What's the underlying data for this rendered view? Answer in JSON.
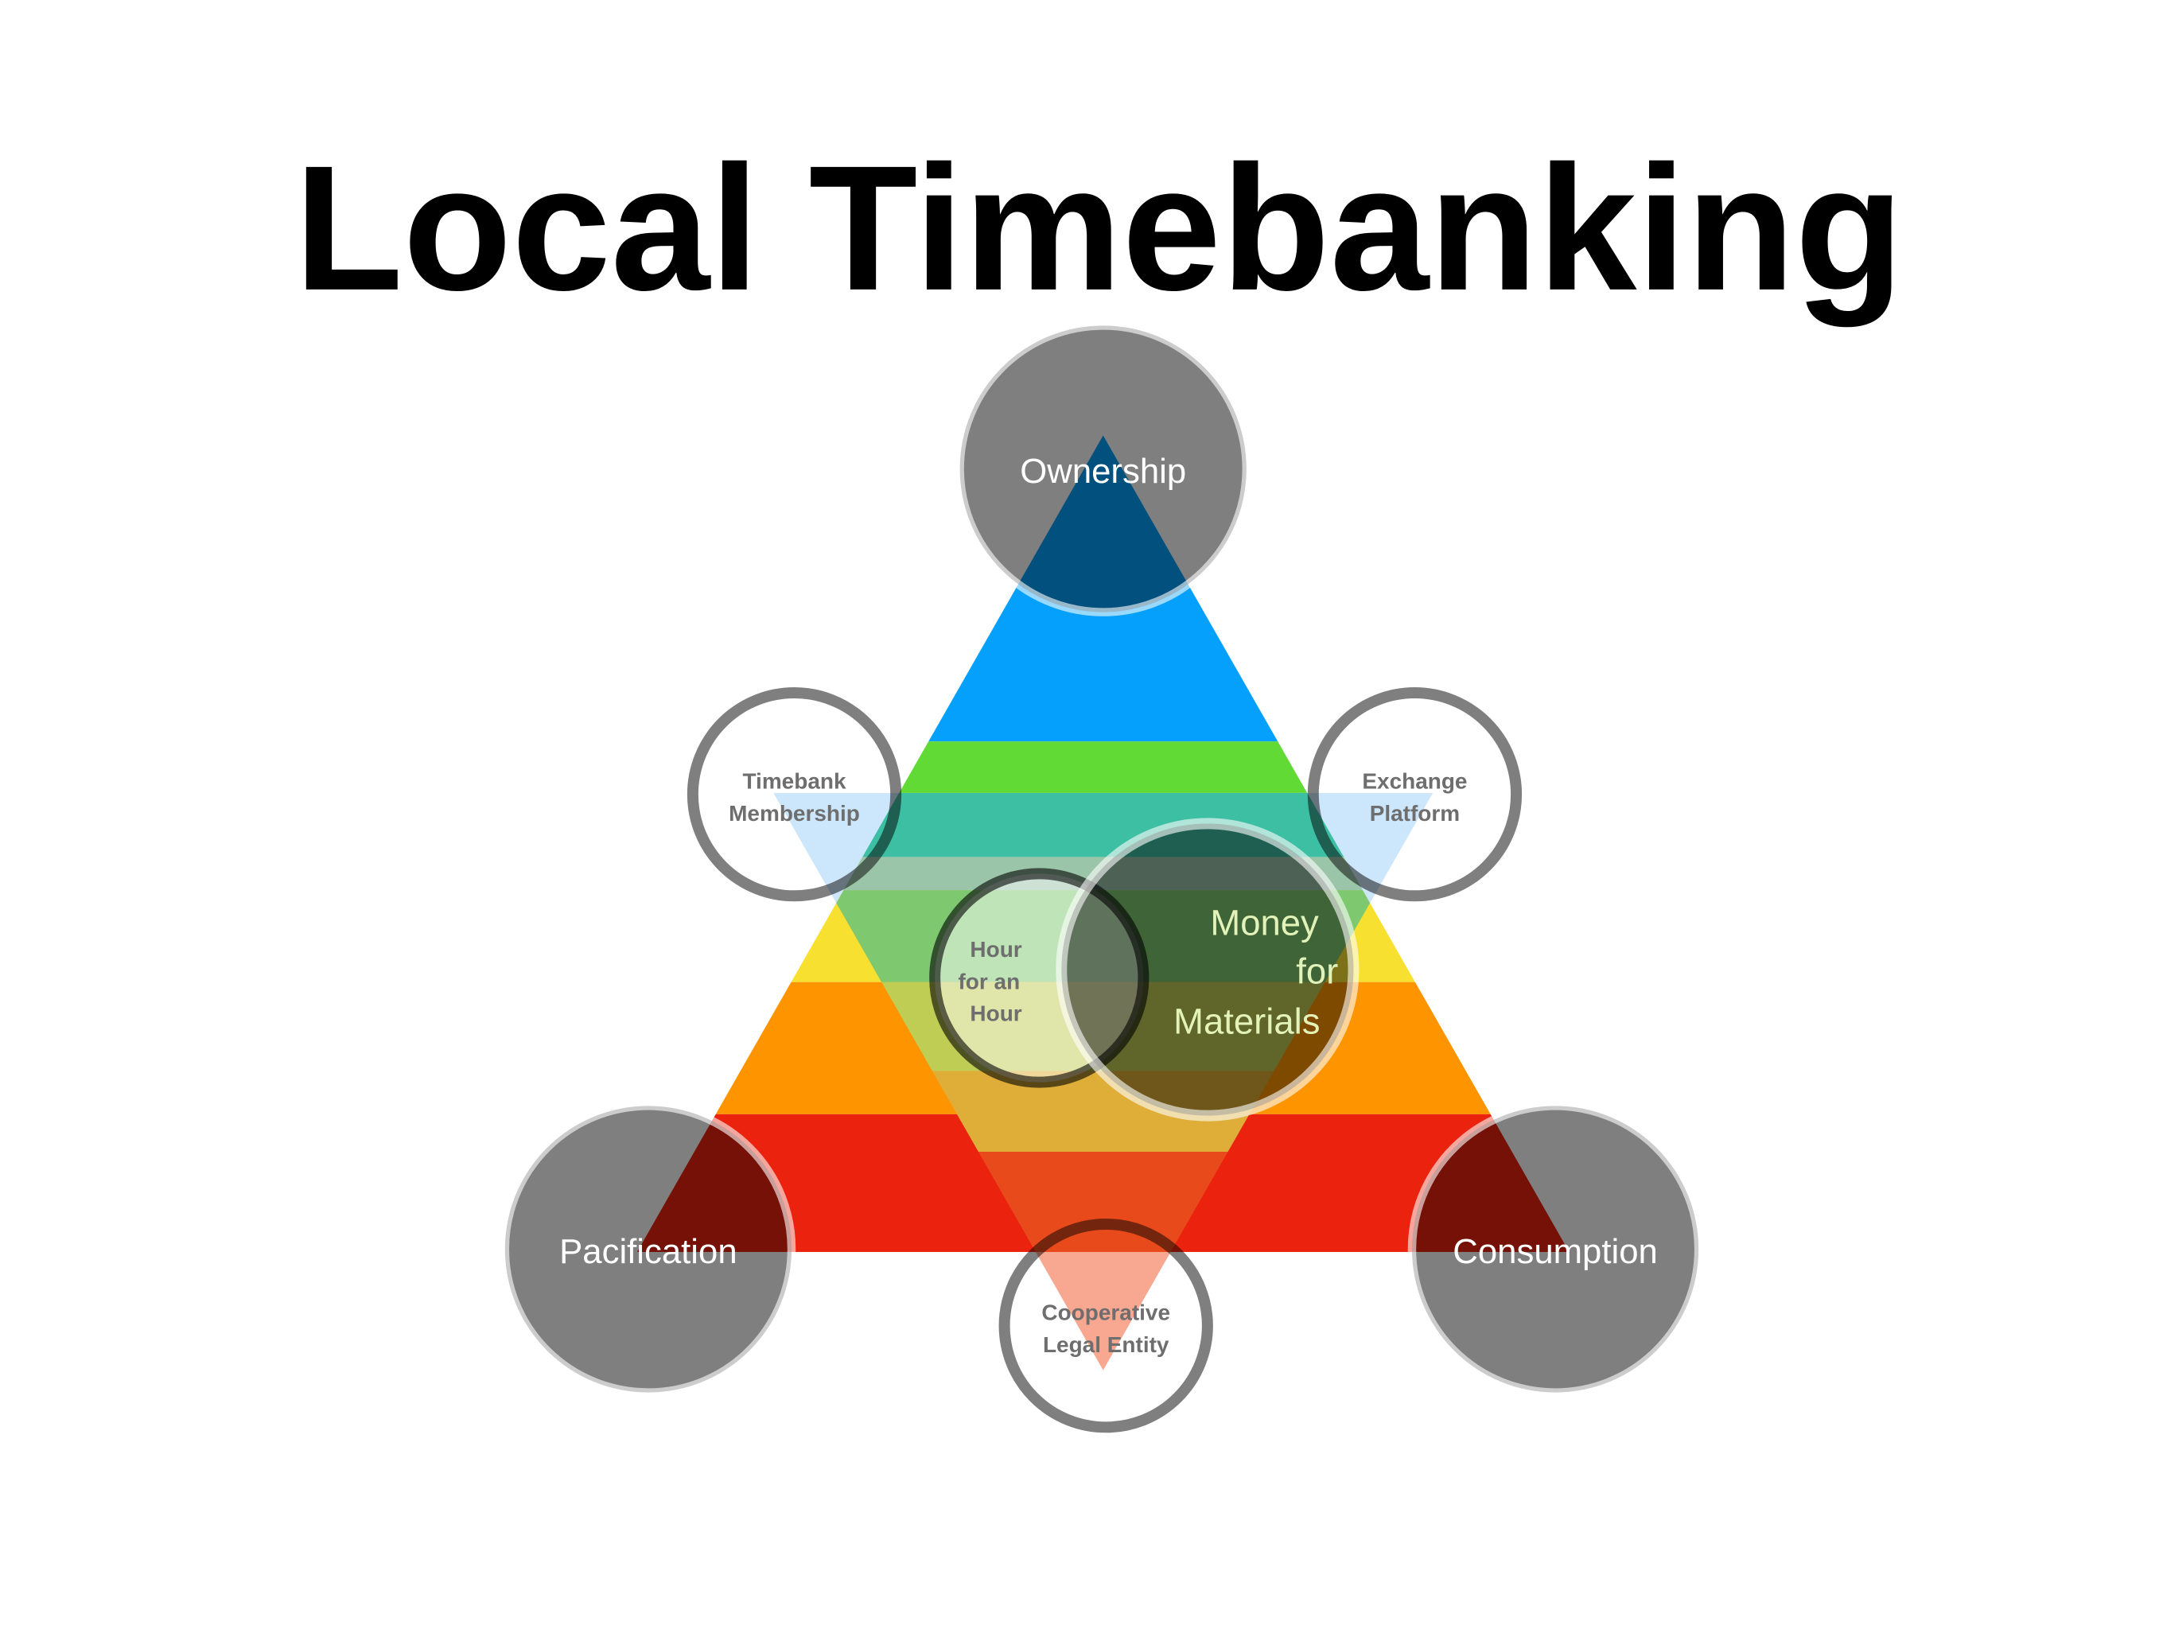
{
  "title": "Local Timebanking",
  "nodes": {
    "ownership": "Ownership",
    "pacification": "Pacification",
    "consumption": "Consumption",
    "timebank_membership": [
      "Timebank",
      "Membership"
    ],
    "exchange_platform": [
      "Exchange",
      "Platform"
    ],
    "cooperative_legal_entity": [
      "Cooperative",
      "Legal Entity"
    ],
    "hour_for_an_hour": [
      "Hour",
      "for an",
      "Hour"
    ],
    "money_for_materials": [
      "Money",
      "for",
      "Materials"
    ]
  },
  "colors": {
    "blue": "#04a0fc",
    "green": "#62da36",
    "teal": "#3dbfa3",
    "light_green": "#7ec870",
    "yellow": "#f8e030",
    "orange": "#fd9400",
    "red": "#eb220d",
    "pale_blue": "#cce6fb",
    "salmon": "#f8a890"
  }
}
